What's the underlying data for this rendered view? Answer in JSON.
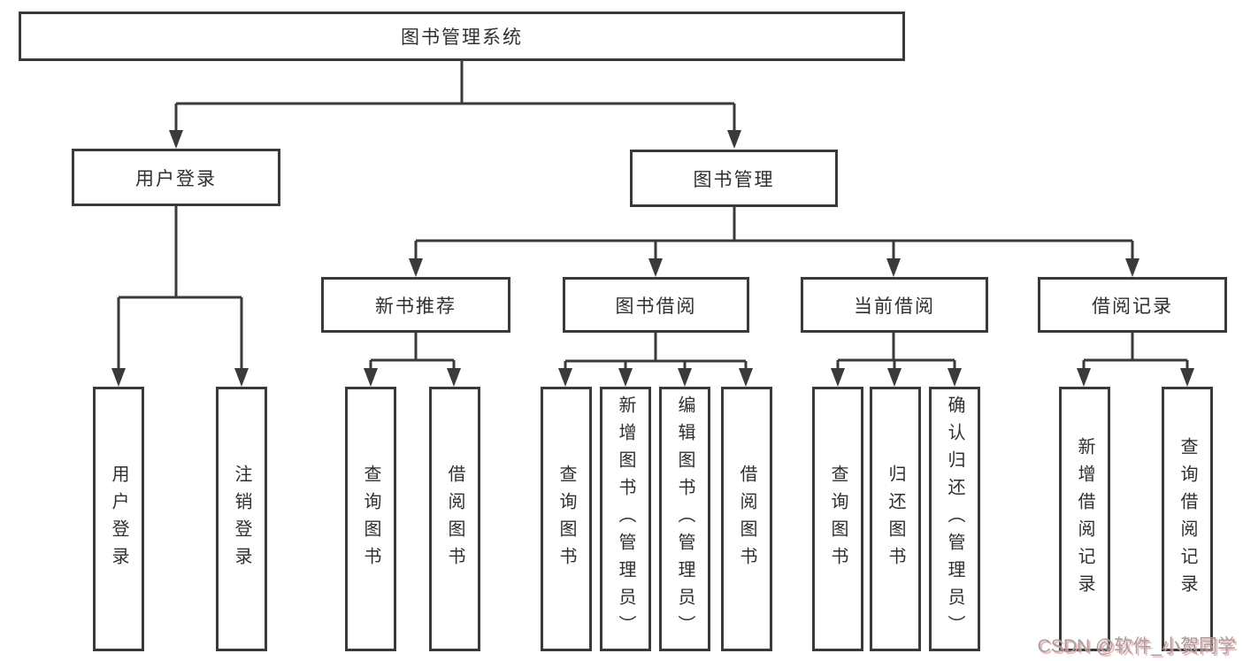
{
  "diagram": {
    "title": "图书管理系统",
    "root": {
      "label": "图书管理系统"
    },
    "level2": [
      {
        "label": "用户登录",
        "parent": "图书管理系统"
      },
      {
        "label": "图书管理",
        "parent": "图书管理系统"
      }
    ],
    "level3": [
      {
        "label": "新书推荐",
        "parent": "图书管理"
      },
      {
        "label": "图书借阅",
        "parent": "图书管理"
      },
      {
        "label": "当前借阅",
        "parent": "图书管理"
      },
      {
        "label": "借阅记录",
        "parent": "图书管理"
      }
    ],
    "leaves": [
      {
        "label": "用户登录",
        "parent": "用户登录"
      },
      {
        "label": "注销登录",
        "parent": "用户登录"
      },
      {
        "label": "查询图书",
        "parent": "新书推荐"
      },
      {
        "label": "借阅图书",
        "parent": "新书推荐"
      },
      {
        "label": "查询图书",
        "parent": "图书借阅"
      },
      {
        "label": "新增图书（管理员）",
        "parent": "图书借阅"
      },
      {
        "label": "编辑图书（管理员）",
        "parent": "图书借阅"
      },
      {
        "label": "借阅图书",
        "parent": "图书借阅"
      },
      {
        "label": "查询图书",
        "parent": "当前借阅"
      },
      {
        "label": "归还图书",
        "parent": "当前借阅"
      },
      {
        "label": "确认归还（管理员）",
        "parent": "当前借阅"
      },
      {
        "label": "新增借阅记录",
        "parent": "借阅记录"
      },
      {
        "label": "查询借阅记录",
        "parent": "借阅记录"
      }
    ]
  },
  "watermark": {
    "text": "CSDN @软件_小贺同学"
  },
  "colors": {
    "line": "#3a3a3a",
    "text": "#2f2f2f",
    "background": "#ffffff",
    "watermark": "#9c9c9c",
    "watermark_shadow": "#eaa4a4"
  }
}
